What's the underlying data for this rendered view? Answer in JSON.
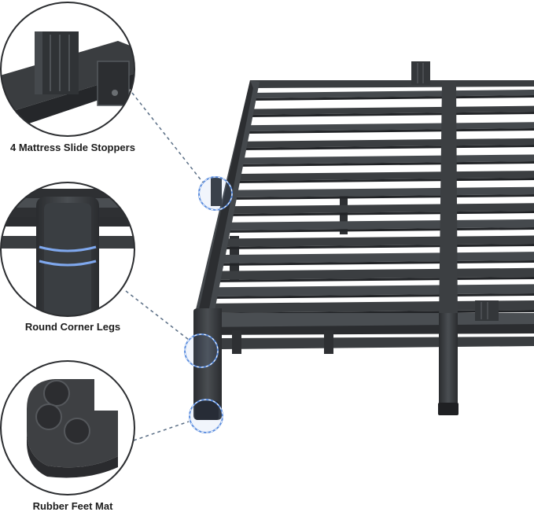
{
  "image": {
    "description_kind": "product-feature-illustration",
    "colors": {
      "background": "#ffffff",
      "frame_dark": "#2b2d30",
      "frame_mid": "#3d4043",
      "frame_light": "#5b5f63",
      "highlight_blue": "#5b8dde",
      "callout_dash": "#5a6e85"
    }
  },
  "features": [
    {
      "label": "4 Mattress Slide Stoppers",
      "icon": "mattress-slide-stopper-icon"
    },
    {
      "label": "Round Corner Legs",
      "icon": "round-corner-leg-icon"
    },
    {
      "label": "Rubber Feet Mat",
      "icon": "rubber-feet-mat-icon"
    }
  ]
}
